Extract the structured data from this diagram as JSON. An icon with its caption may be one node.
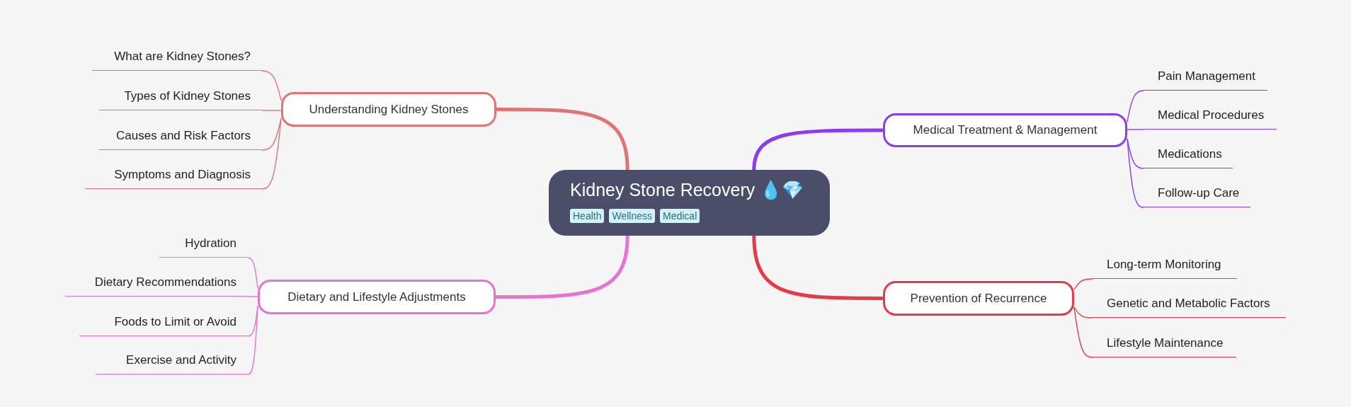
{
  "diagram": {
    "nodes": [
      {
        "text": [
          "Kidney Stone Recovery 💧💎",
          "Health",
          "Wellness",
          "Medical"
        ]
      },
      {
        "text": [
          "Understanding Kidney Stones"
        ]
      },
      {
        "text": [
          "What are Kidney Stones?"
        ]
      },
      {
        "text": [
          "Types of Kidney Stones"
        ]
      },
      {
        "text": [
          "Causes and Risk Factors"
        ]
      },
      {
        "text": [
          "Symptoms and Diagnosis"
        ]
      },
      {
        "text": [
          "Medical Treatment & Management"
        ]
      },
      {
        "text": [
          "Pain Management"
        ]
      },
      {
        "text": [
          "Medical Procedures"
        ]
      },
      {
        "text": [
          "Medications"
        ]
      },
      {
        "text": [
          "Follow-up Care"
        ]
      },
      {
        "text": [
          "Dietary and Lifestyle Adjustments"
        ]
      },
      {
        "text": [
          "Hydration"
        ]
      },
      {
        "text": [
          "Dietary Recommendations"
        ]
      },
      {
        "text": [
          "Foods to Limit or Avoid"
        ]
      },
      {
        "text": [
          "Exercise and Activity"
        ]
      },
      {
        "text": [
          "Prevention of Recurrence"
        ]
      },
      {
        "text": [
          "Long-term Monitoring"
        ]
      },
      {
        "text": [
          "Genetic and Metabolic Factors"
        ]
      },
      {
        "text": [
          "Lifestyle Maintenance"
        ]
      }
    ],
    "edges": [
      {
        "from": 0,
        "to": 1,
        "arrow": "none",
        "style": "thick",
        "color": "#e07474"
      },
      {
        "from": 0,
        "to": 6,
        "arrow": "none",
        "style": "thick",
        "color": "#8b3cf0"
      },
      {
        "from": 0,
        "to": 11,
        "arrow": "none",
        "style": "thick",
        "color": "#e872cf"
      },
      {
        "from": 0,
        "to": 16,
        "arrow": "none",
        "style": "thick",
        "color": "#e43b4b"
      },
      {
        "from": 1,
        "to": 2,
        "arrow": "none",
        "color": "#e07474"
      },
      {
        "from": 1,
        "to": 3,
        "arrow": "none",
        "color": "#e07474"
      },
      {
        "from": 1,
        "to": 4,
        "arrow": "none",
        "color": "#e07474"
      },
      {
        "from": 1,
        "to": 5,
        "arrow": "none",
        "color": "#e07474"
      },
      {
        "from": 6,
        "to": 7,
        "arrow": "none",
        "color": "#8b3cf0"
      },
      {
        "from": 6,
        "to": 8,
        "arrow": "none",
        "color": "#8b3cf0"
      },
      {
        "from": 6,
        "to": 9,
        "arrow": "none",
        "color": "#8b3cf0"
      },
      {
        "from": 6,
        "to": 10,
        "arrow": "none",
        "color": "#8b3cf0"
      },
      {
        "from": 11,
        "to": 12,
        "arrow": "none",
        "color": "#e872cf"
      },
      {
        "from": 11,
        "to": 13,
        "arrow": "none",
        "color": "#e872cf"
      },
      {
        "from": 11,
        "to": 14,
        "arrow": "none",
        "color": "#e872cf"
      },
      {
        "from": 11,
        "to": 15,
        "arrow": "none",
        "color": "#e872cf"
      },
      {
        "from": 16,
        "to": 17,
        "arrow": "none",
        "color": "#e43b4b"
      },
      {
        "from": 16,
        "to": 18,
        "arrow": "none",
        "color": "#e43b4b"
      },
      {
        "from": 16,
        "to": 19,
        "arrow": "none",
        "color": "#e43b4b"
      }
    ]
  }
}
